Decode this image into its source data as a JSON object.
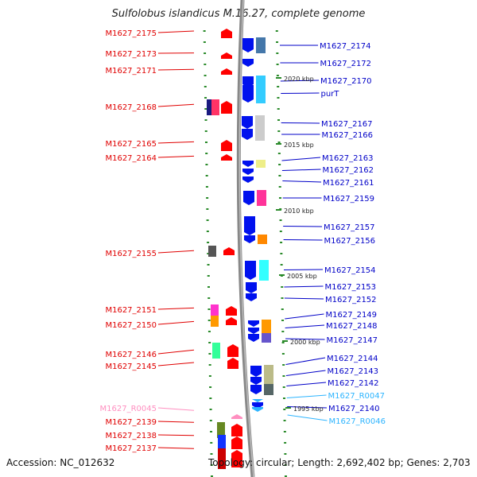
{
  "title": "Sulfolobus islandicus M.16.27, complete genome",
  "accession": "Accession: NC_012632",
  "summary": "Topology: circular; Length: 2,692,402 bp; Genes: 2,703",
  "colors": {
    "left_label": "#e00000",
    "right_label": "#0000c8",
    "rna_left": "#ff8fc0",
    "rna_right": "#2cb4ff",
    "backbone": "#888888",
    "scale_tick": "#2a8a2a"
  },
  "scale_labels": [
    "2020 kbp",
    "2015 kbp",
    "2010 kbp",
    "2005 kbp",
    "2000 kbp",
    "1995 kbp"
  ],
  "left_genes": [
    {
      "label": "M1627_2175",
      "type": "cds"
    },
    {
      "label": "M1627_2173",
      "type": "cds"
    },
    {
      "label": "M1627_2171",
      "type": "cds"
    },
    {
      "label": "M1627_2168",
      "type": "cds"
    },
    {
      "label": "M1627_2165",
      "type": "cds"
    },
    {
      "label": "M1627_2164",
      "type": "cds"
    },
    {
      "label": "M1627_2155",
      "type": "cds"
    },
    {
      "label": "M1627_2151",
      "type": "cds"
    },
    {
      "label": "M1627_2150",
      "type": "cds"
    },
    {
      "label": "M1627_2146",
      "type": "cds"
    },
    {
      "label": "M1627_2145",
      "type": "cds"
    },
    {
      "label": "M1627_R0045",
      "type": "rna"
    },
    {
      "label": "M1627_2139",
      "type": "cds"
    },
    {
      "label": "M1627_2138",
      "type": "cds"
    },
    {
      "label": "M1627_2137",
      "type": "cds"
    }
  ],
  "right_genes": [
    {
      "label": "M1627_2174",
      "type": "cds"
    },
    {
      "label": "M1627_2172",
      "type": "cds"
    },
    {
      "label": "M1627_2170",
      "type": "cds"
    },
    {
      "label": "purT",
      "type": "cds"
    },
    {
      "label": "M1627_2167",
      "type": "cds"
    },
    {
      "label": "M1627_2166",
      "type": "cds"
    },
    {
      "label": "M1627_2163",
      "type": "cds"
    },
    {
      "label": "M1627_2162",
      "type": "cds"
    },
    {
      "label": "M1627_2161",
      "type": "cds"
    },
    {
      "label": "M1627_2159",
      "type": "cds"
    },
    {
      "label": "M1627_2157",
      "type": "cds"
    },
    {
      "label": "M1627_2156",
      "type": "cds"
    },
    {
      "label": "M1627_2154",
      "type": "cds"
    },
    {
      "label": "M1627_2153",
      "type": "cds"
    },
    {
      "label": "M1627_2152",
      "type": "cds"
    },
    {
      "label": "M1627_2149",
      "type": "cds"
    },
    {
      "label": "M1627_2148",
      "type": "cds"
    },
    {
      "label": "M1627_2147",
      "type": "cds"
    },
    {
      "label": "M1627_2144",
      "type": "cds"
    },
    {
      "label": "M1627_2143",
      "type": "cds"
    },
    {
      "label": "M1627_2142",
      "type": "cds"
    },
    {
      "label": "M1627_R0047",
      "type": "rna"
    },
    {
      "label": "M1627_2140",
      "type": "cds"
    },
    {
      "label": "M1627_R0046",
      "type": "rna"
    }
  ]
}
